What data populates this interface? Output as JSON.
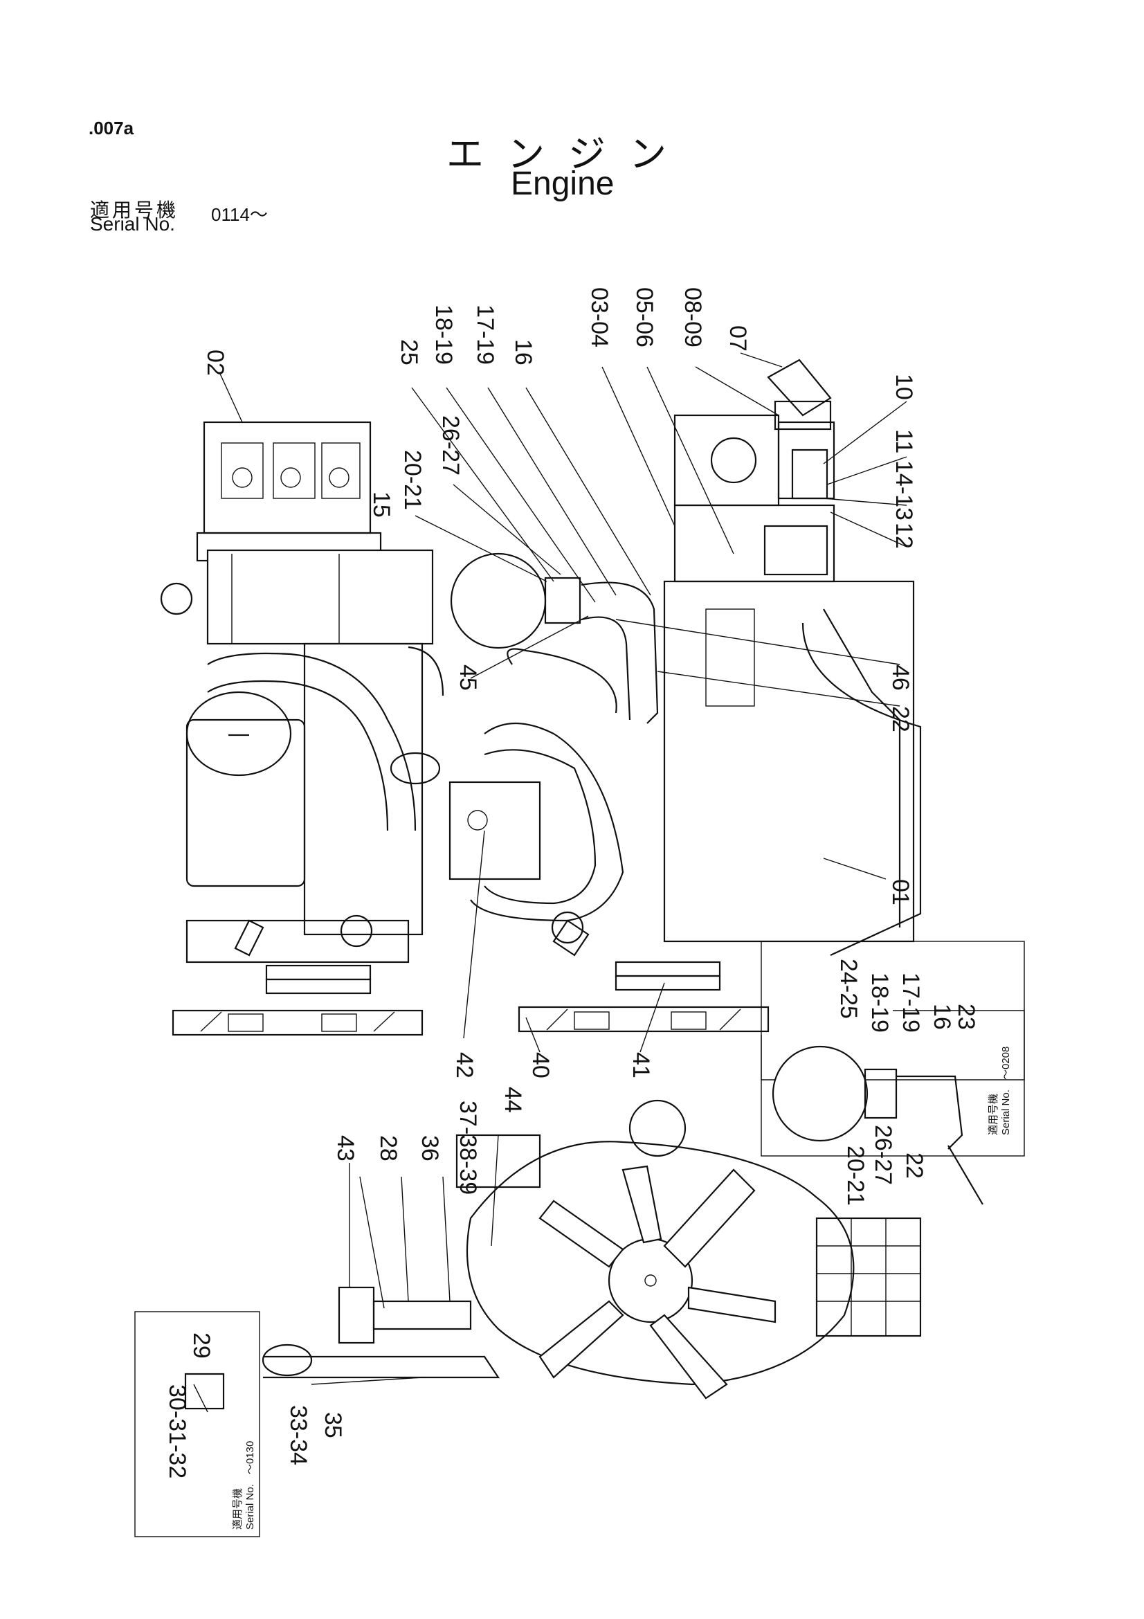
{
  "header": {
    "page_code": ".007a",
    "title_jp": "エンジン",
    "title_en": "Engine",
    "serial_label_jp": "適用号機",
    "serial_label_en": "Serial No.",
    "serial_value": "0114～"
  },
  "callouts": [
    "02",
    "25",
    "18-19",
    "17-19",
    "16",
    "03-04",
    "05-06",
    "08-09",
    "07",
    "10",
    "11",
    "14-13",
    "12",
    "26-27",
    "20-21",
    "15",
    "45",
    "46",
    "22",
    "01",
    "42",
    "40",
    "41",
    "24-25",
    "18-19",
    "17-19",
    "16",
    "23",
    "20-21",
    "26-27",
    "22",
    "43",
    "28",
    "36",
    "37-38-39",
    "44",
    "29",
    "30-31-32",
    "33-34",
    "35"
  ],
  "insets": {
    "upper_right": {
      "serial_label": "適用号機",
      "serial_label_en": "Serial No.",
      "serial_value": "～0208"
    },
    "lower_left": {
      "serial_label": "適用号機",
      "serial_label_en": "Serial No.",
      "serial_value": "～0130"
    }
  }
}
